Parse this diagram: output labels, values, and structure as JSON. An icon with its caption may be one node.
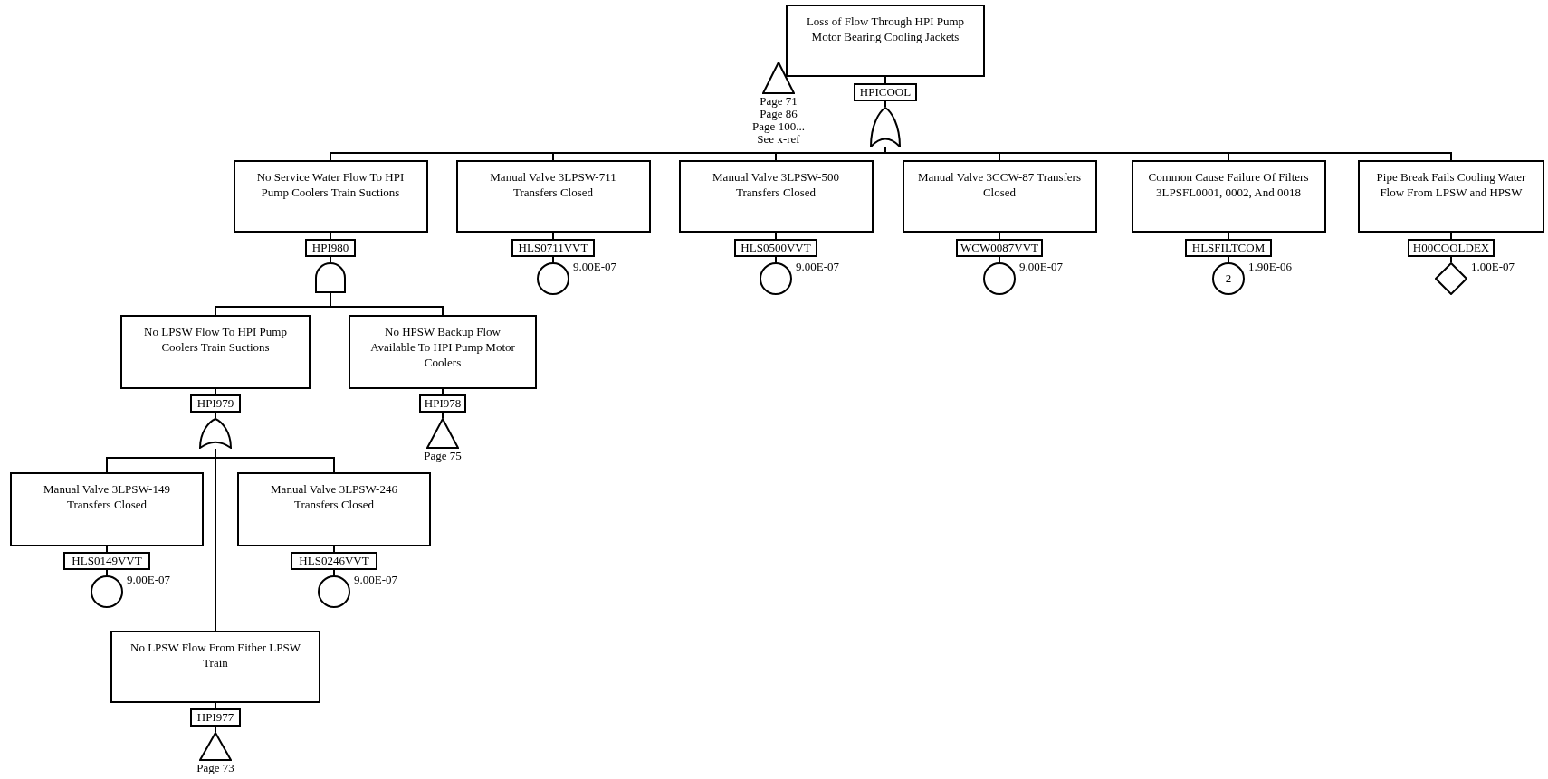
{
  "diagram": {
    "nodes": [
      {
        "text": [
          "Loss of Flow Through HPI Pump Motor Bearing Cooling Jackets"
        ]
      },
      {
        "text": [
          "HPICOOL"
        ]
      },
      {
        "text": [],
        "shape": "or-gate"
      },
      {
        "text": [],
        "shape": "triangle",
        "beside": [
          "Page 71",
          "Page 86",
          "Page 100...",
          "See x-ref"
        ]
      },
      {
        "text": [
          "No Service Water Flow To HPI Pump Coolers Train Suctions"
        ]
      },
      {
        "text": [
          "HPI980"
        ]
      },
      {
        "text": [],
        "shape": "and-gate"
      },
      {
        "text": [
          "Manual Valve 3LPSW-711 Transfers Closed"
        ]
      },
      {
        "text": [
          "HLS0711VVT"
        ]
      },
      {
        "text": [],
        "shape": "circle",
        "beside": [
          "9.00E-07"
        ]
      },
      {
        "text": [
          "Manual Valve 3LPSW-500 Transfers Closed"
        ]
      },
      {
        "text": [
          "HLS0500VVT"
        ]
      },
      {
        "text": [],
        "shape": "circle",
        "beside": [
          "9.00E-07"
        ]
      },
      {
        "text": [
          "Manual Valve 3CCW-87 Transfers Closed"
        ]
      },
      {
        "text": [
          "WCW0087VVT"
        ]
      },
      {
        "text": [],
        "shape": "circle",
        "beside": [
          "9.00E-07"
        ]
      },
      {
        "text": [
          "Common Cause Failure Of Filters 3LPSFL0001, 0002, And 0018"
        ]
      },
      {
        "text": [
          "HLSFILTCOM"
        ]
      },
      {
        "text": [
          "2"
        ],
        "beside": [
          "1.90E-06"
        ]
      },
      {
        "text": [
          "Pipe Break Fails Cooling Water Flow From LPSW and HPSW"
        ]
      },
      {
        "text": [
          "H00COOLDEX"
        ]
      },
      {
        "text": [],
        "shape": "diamond",
        "beside": [
          "1.00E-07"
        ]
      },
      {
        "text": [
          "No LPSW Flow To HPI Pump Coolers Train Suctions"
        ]
      },
      {
        "text": [
          "HPI979"
        ]
      },
      {
        "text": [],
        "shape": "or-gate"
      },
      {
        "text": [
          "No HPSW Backup Flow Available To HPI Pump Motor Coolers"
        ]
      },
      {
        "text": [
          "HPI978"
        ]
      },
      {
        "text": [],
        "shape": "triangle",
        "beside": [
          "Page 75"
        ]
      },
      {
        "text": [
          "Manual Valve 3LPSW-149 Transfers Closed"
        ]
      },
      {
        "text": [
          "HLS0149VVT"
        ]
      },
      {
        "text": [],
        "shape": "circle",
        "beside": [
          "9.00E-07"
        ]
      },
      {
        "text": [
          "Manual Valve 3LPSW-246 Transfers Closed"
        ]
      },
      {
        "text": [
          "HLS0246VVT"
        ]
      },
      {
        "text": [],
        "shape": "circle",
        "beside": [
          "9.00E-07"
        ]
      },
      {
        "text": [
          "No LPSW Flow From Either LPSW Train"
        ]
      },
      {
        "text": [
          "HPI977"
        ]
      },
      {
        "text": [],
        "shape": "triangle",
        "beside": [
          "Page 73"
        ]
      }
    ],
    "edges": [
      {
        "from": 0,
        "to": 1,
        "arrow": "none"
      },
      {
        "from": 1,
        "to": 2,
        "arrow": "none"
      },
      {
        "from": 2,
        "to": 4,
        "arrow": "none"
      },
      {
        "from": 2,
        "to": 7,
        "arrow": "none"
      },
      {
        "from": 2,
        "to": 10,
        "arrow": "none"
      },
      {
        "from": 2,
        "to": 13,
        "arrow": "none"
      },
      {
        "from": 2,
        "to": 16,
        "arrow": "none"
      },
      {
        "from": 2,
        "to": 19,
        "arrow": "none"
      },
      {
        "from": 4,
        "to": 5,
        "arrow": "none"
      },
      {
        "from": 5,
        "to": 6,
        "arrow": "none"
      },
      {
        "from": 6,
        "to": 22,
        "arrow": "none"
      },
      {
        "from": 6,
        "to": 25,
        "arrow": "none"
      },
      {
        "from": 7,
        "to": 8,
        "arrow": "none"
      },
      {
        "from": 8,
        "to": 9,
        "arrow": "none"
      },
      {
        "from": 10,
        "to": 11,
        "arrow": "none"
      },
      {
        "from": 11,
        "to": 12,
        "arrow": "none"
      },
      {
        "from": 13,
        "to": 14,
        "arrow": "none"
      },
      {
        "from": 14,
        "to": 15,
        "arrow": "none"
      },
      {
        "from": 16,
        "to": 17,
        "arrow": "none"
      },
      {
        "from": 17,
        "to": 18,
        "arrow": "none"
      },
      {
        "from": 19,
        "to": 20,
        "arrow": "none"
      },
      {
        "from": 20,
        "to": 21,
        "arrow": "none"
      },
      {
        "from": 22,
        "to": 23,
        "arrow": "none"
      },
      {
        "from": 23,
        "to": 24,
        "arrow": "none"
      },
      {
        "from": 24,
        "to": 28,
        "arrow": "none"
      },
      {
        "from": 24,
        "to": 31,
        "arrow": "none"
      },
      {
        "from": 24,
        "to": 34,
        "arrow": "none"
      },
      {
        "from": 25,
        "to": 26,
        "arrow": "none"
      },
      {
        "from": 26,
        "to": 27,
        "arrow": "none"
      },
      {
        "from": 28,
        "to": 29,
        "arrow": "none"
      },
      {
        "from": 29,
        "to": 30,
        "arrow": "none"
      },
      {
        "from": 31,
        "to": 32,
        "arrow": "none"
      },
      {
        "from": 32,
        "to": 33,
        "arrow": "none"
      },
      {
        "from": 34,
        "to": 35,
        "arrow": "none"
      },
      {
        "from": 35,
        "to": 36,
        "arrow": "none"
      }
    ]
  }
}
